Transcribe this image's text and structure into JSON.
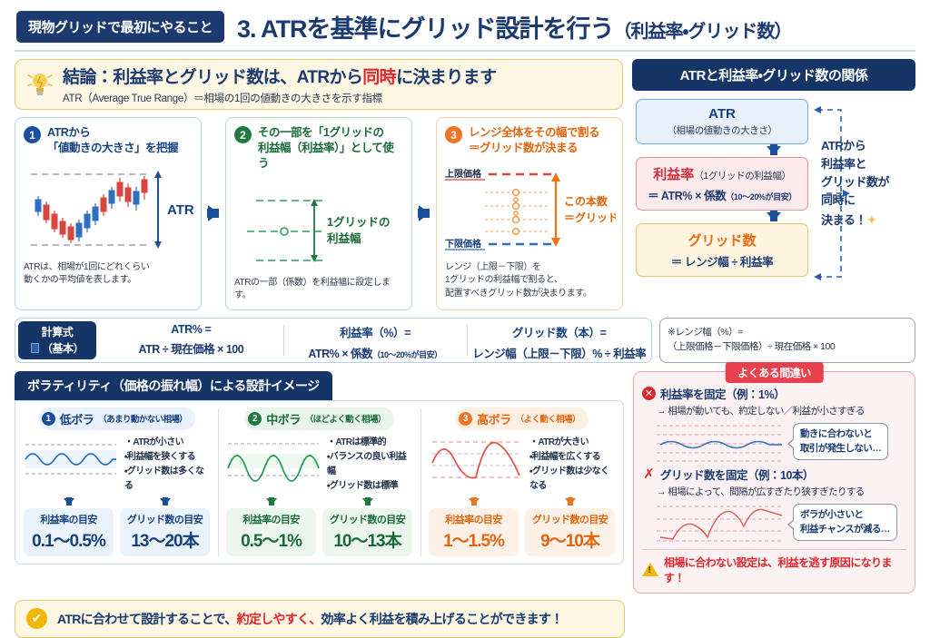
{
  "header": {
    "pill": "現物グリッドで最初にやること",
    "title": "3. ATRを基準にグリッド設計を行う",
    "title_paren": "（利益率・グリッド数）"
  },
  "conclusion": {
    "icon": "lightbulb-icon",
    "main_pre": "結論：利益率とグリッド数は、ATRから",
    "main_hl": "同時",
    "main_post": "に決まります",
    "sub": "ATR（Average True Range）＝相場の1回の値動きの大きさを示す指標"
  },
  "steps": [
    {
      "num": "1",
      "title": "ATRから\n「値動きの大きさ」を把握",
      "fig_label": "ATR",
      "note": "ATRは、相場が1回にどれくらい\n動くかの平均値を表します。"
    },
    {
      "num": "2",
      "title": "その一部を「1グリッドの\n利益幅（利益率）」として使う",
      "fig_label": "1グリッドの\n利益幅",
      "note": "ATRの一部（係数）を利益幅に設定します。"
    },
    {
      "num": "3",
      "title": "レンジ全体をその幅で割る\n＝グリッド数が決まる",
      "fig_upper_label": "上限価格",
      "fig_lower_label": "下限価格",
      "fig_label": "この本数\n＝グリッド数",
      "note": "レンジ（上限－下限）を\n1グリッドの利益幅で割ると、\n配置すべきグリッド数が決まります。"
    }
  ],
  "relation": {
    "title": "ATRと利益率・グリッド数の関係",
    "box_atr": {
      "name": "ATR",
      "sub": "（相場の値動きの大きさ）"
    },
    "box_rate": {
      "name": "利益率",
      "sub": "（1グリッドの利益幅）",
      "eq": "＝ ATR% × 係数",
      "eq_small": "（10〜20%が目安）"
    },
    "box_grid": {
      "name": "グリッド数",
      "eq": "＝ レンジ幅 ÷ 利益率"
    },
    "side_note": "ATRから\n利益率と\nグリッド数が\n同時に\n決まる！"
  },
  "formula": {
    "tag_line1": "計算式",
    "tag_line2": "（基本）",
    "cells": [
      {
        "top": "ATR% =",
        "bottom": "ATR ÷ 現在価格 × 100",
        "bottom_small": ""
      },
      {
        "top": "利益率（%）=",
        "bottom": "ATR% × 係数",
        "bottom_small": "（10〜20%が目安）"
      },
      {
        "top": "グリッド数（本）=",
        "bottom": "レンジ幅（上限－下限）% ÷ 利益率",
        "bottom_small": ""
      }
    ],
    "note_line1": "※レンジ幅（%）=",
    "note_line2": "（上限価格－下限価格）÷ 現在価格 × 100"
  },
  "volatility": {
    "title": "ボラティリティ（価格の振れ幅）による設計イメージ",
    "cards": [
      {
        "num": "1",
        "name": "低ボラ",
        "sub": "（あまり動かない相場）",
        "bullets": [
          "・ATRが小さい",
          "・利益幅を狭くする",
          "・グリッド数は多くなる"
        ],
        "kpi1_label": "利益率の目安",
        "kpi1_value": "0.1〜0.5%",
        "kpi2_label": "グリッド数の目安",
        "kpi2_value": "13〜20本"
      },
      {
        "num": "2",
        "name": "中ボラ",
        "sub": "（ほどよく動く相場）",
        "bullets": [
          "・ATRは標準的",
          "・バランスの良い利益幅",
          "・グリッド数は標準"
        ],
        "kpi1_label": "利益率の目安",
        "kpi1_value": "0.5〜1%",
        "kpi2_label": "グリッド数の目安",
        "kpi2_value": "10〜13本"
      },
      {
        "num": "3",
        "name": "高ボラ",
        "sub": "（よく動く相場）",
        "bullets": [
          "・ATRが大きい",
          "・利益幅を広くする",
          "・グリッド数は少なくなる"
        ],
        "kpi1_label": "利益率の目安",
        "kpi1_value": "1〜1.5%",
        "kpi2_label": "グリッド数の目安",
        "kpi2_value": "9〜10本"
      }
    ]
  },
  "mistakes": {
    "title": "よくある間違い",
    "items": [
      {
        "icon": "x-circle-icon",
        "head": "利益率を固定（例：1%）",
        "sub": "→ 相場が動いても、約定しない／利益が小さすぎる",
        "bubble": "動きに合わないと\n取引が発生しない…"
      },
      {
        "icon": "x-mark-icon",
        "head": "グリッド数を固定（例：10本）",
        "sub": "→ 相場によって、間隔が広すぎたり狭すぎたりする",
        "bubble": "ボラが小さいと\n利益チャンスが減る…"
      }
    ],
    "footer_icon": "warning-triangle-icon",
    "footer": "相場に合わない設定は、利益を逃す原因になります！"
  },
  "footer": {
    "icon": "check-circle-icon",
    "pre": "ATRに合わせて設計することで、",
    "hl": "約定しやすく、",
    "post": "効率よく利益を積み上げることができます！"
  },
  "colors": {
    "navy": "#143566",
    "blue": "#1b4f9c",
    "green": "#1f7a42",
    "orange": "#ec7422",
    "red": "#e0252b",
    "gold": "#f2b705"
  }
}
